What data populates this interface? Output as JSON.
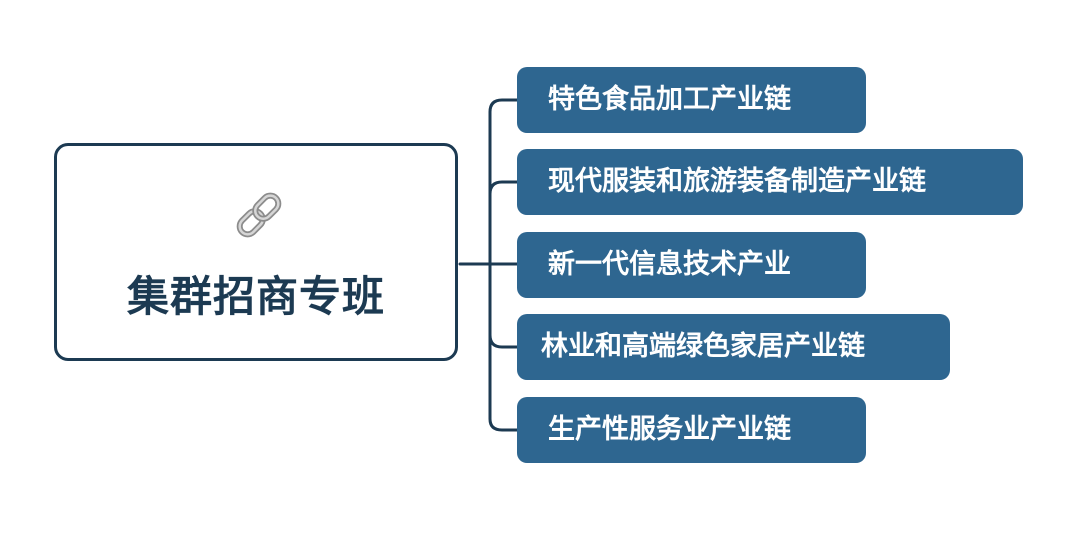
{
  "root": {
    "title": "集群招商专班",
    "icon": "chain-link-icon"
  },
  "branches": [
    {
      "label": "特色食品加工产业链"
    },
    {
      "label": "现代服装和旅游装备制造产业链"
    },
    {
      "label": "新一代信息技术产业"
    },
    {
      "label": "林业和高端绿色家居产业链"
    },
    {
      "label": "生产性服务业产业链"
    }
  ],
  "colors": {
    "root_border": "#1c3a52",
    "root_text": "#1c3a52",
    "branch_fill": "#2e6690",
    "branch_text": "#ffffff",
    "connector": "#1c3a52",
    "icon": "#9a9a9a"
  }
}
